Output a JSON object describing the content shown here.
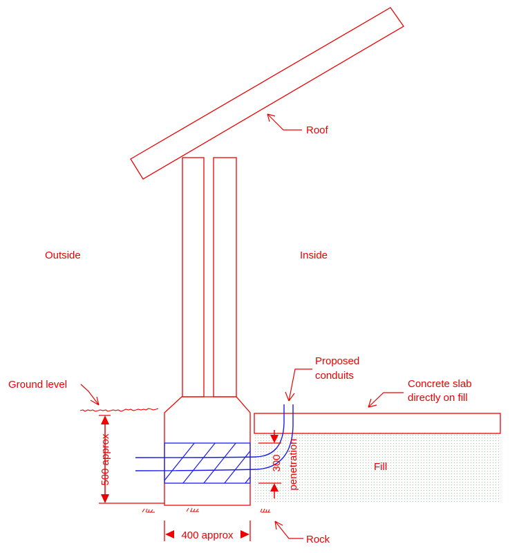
{
  "colors": {
    "drawing": "#ee0000",
    "conduit": "#1a1aee",
    "fill_stipple": "#f3a8a8"
  },
  "labels": {
    "roof": "Roof",
    "outside": "Outside",
    "inside": "Inside",
    "ground_level": "Ground level",
    "proposed_line1": "Proposed",
    "proposed_line2": "conduits",
    "slab_line1": "Concrete slab",
    "slab_line2": "directly on fill",
    "fill": "Fill",
    "rock": "Rock"
  },
  "dimensions": {
    "depth": "500 approx",
    "width": "400 approx",
    "penetration_value": "300",
    "penetration_word": "penetration"
  }
}
